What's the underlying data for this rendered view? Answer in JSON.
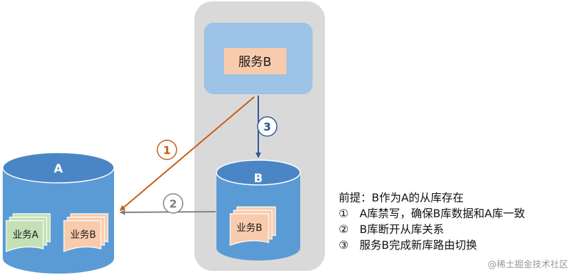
{
  "service": {
    "label": "服务B"
  },
  "db_a": {
    "label": "A",
    "docs": [
      "业务A",
      "业务B"
    ]
  },
  "db_b": {
    "label": "B",
    "doc": "业务B"
  },
  "steps": [
    "1",
    "2",
    "3"
  ],
  "notes": [
    "前提：B作为A的从库存在",
    "①　A库禁写，确保B库数据和A库一致",
    "②　B库断开从库关系",
    "③　服务B完成新库路由切换"
  ],
  "watermark": "@稀土掘金技术社区",
  "colors": {
    "cylinder": "#5b9bd5",
    "cylinder_top": "#4a86c5",
    "service_box": "#9dc3e6",
    "label_box": "#f8cbad",
    "doc_green": "#c5e0b4",
    "doc_orange": "#f8cbad",
    "group_bg": "#d9d9d9",
    "arrow1": "#c55a11",
    "arrow2": "#808080",
    "arrow3": "#2f5597"
  }
}
